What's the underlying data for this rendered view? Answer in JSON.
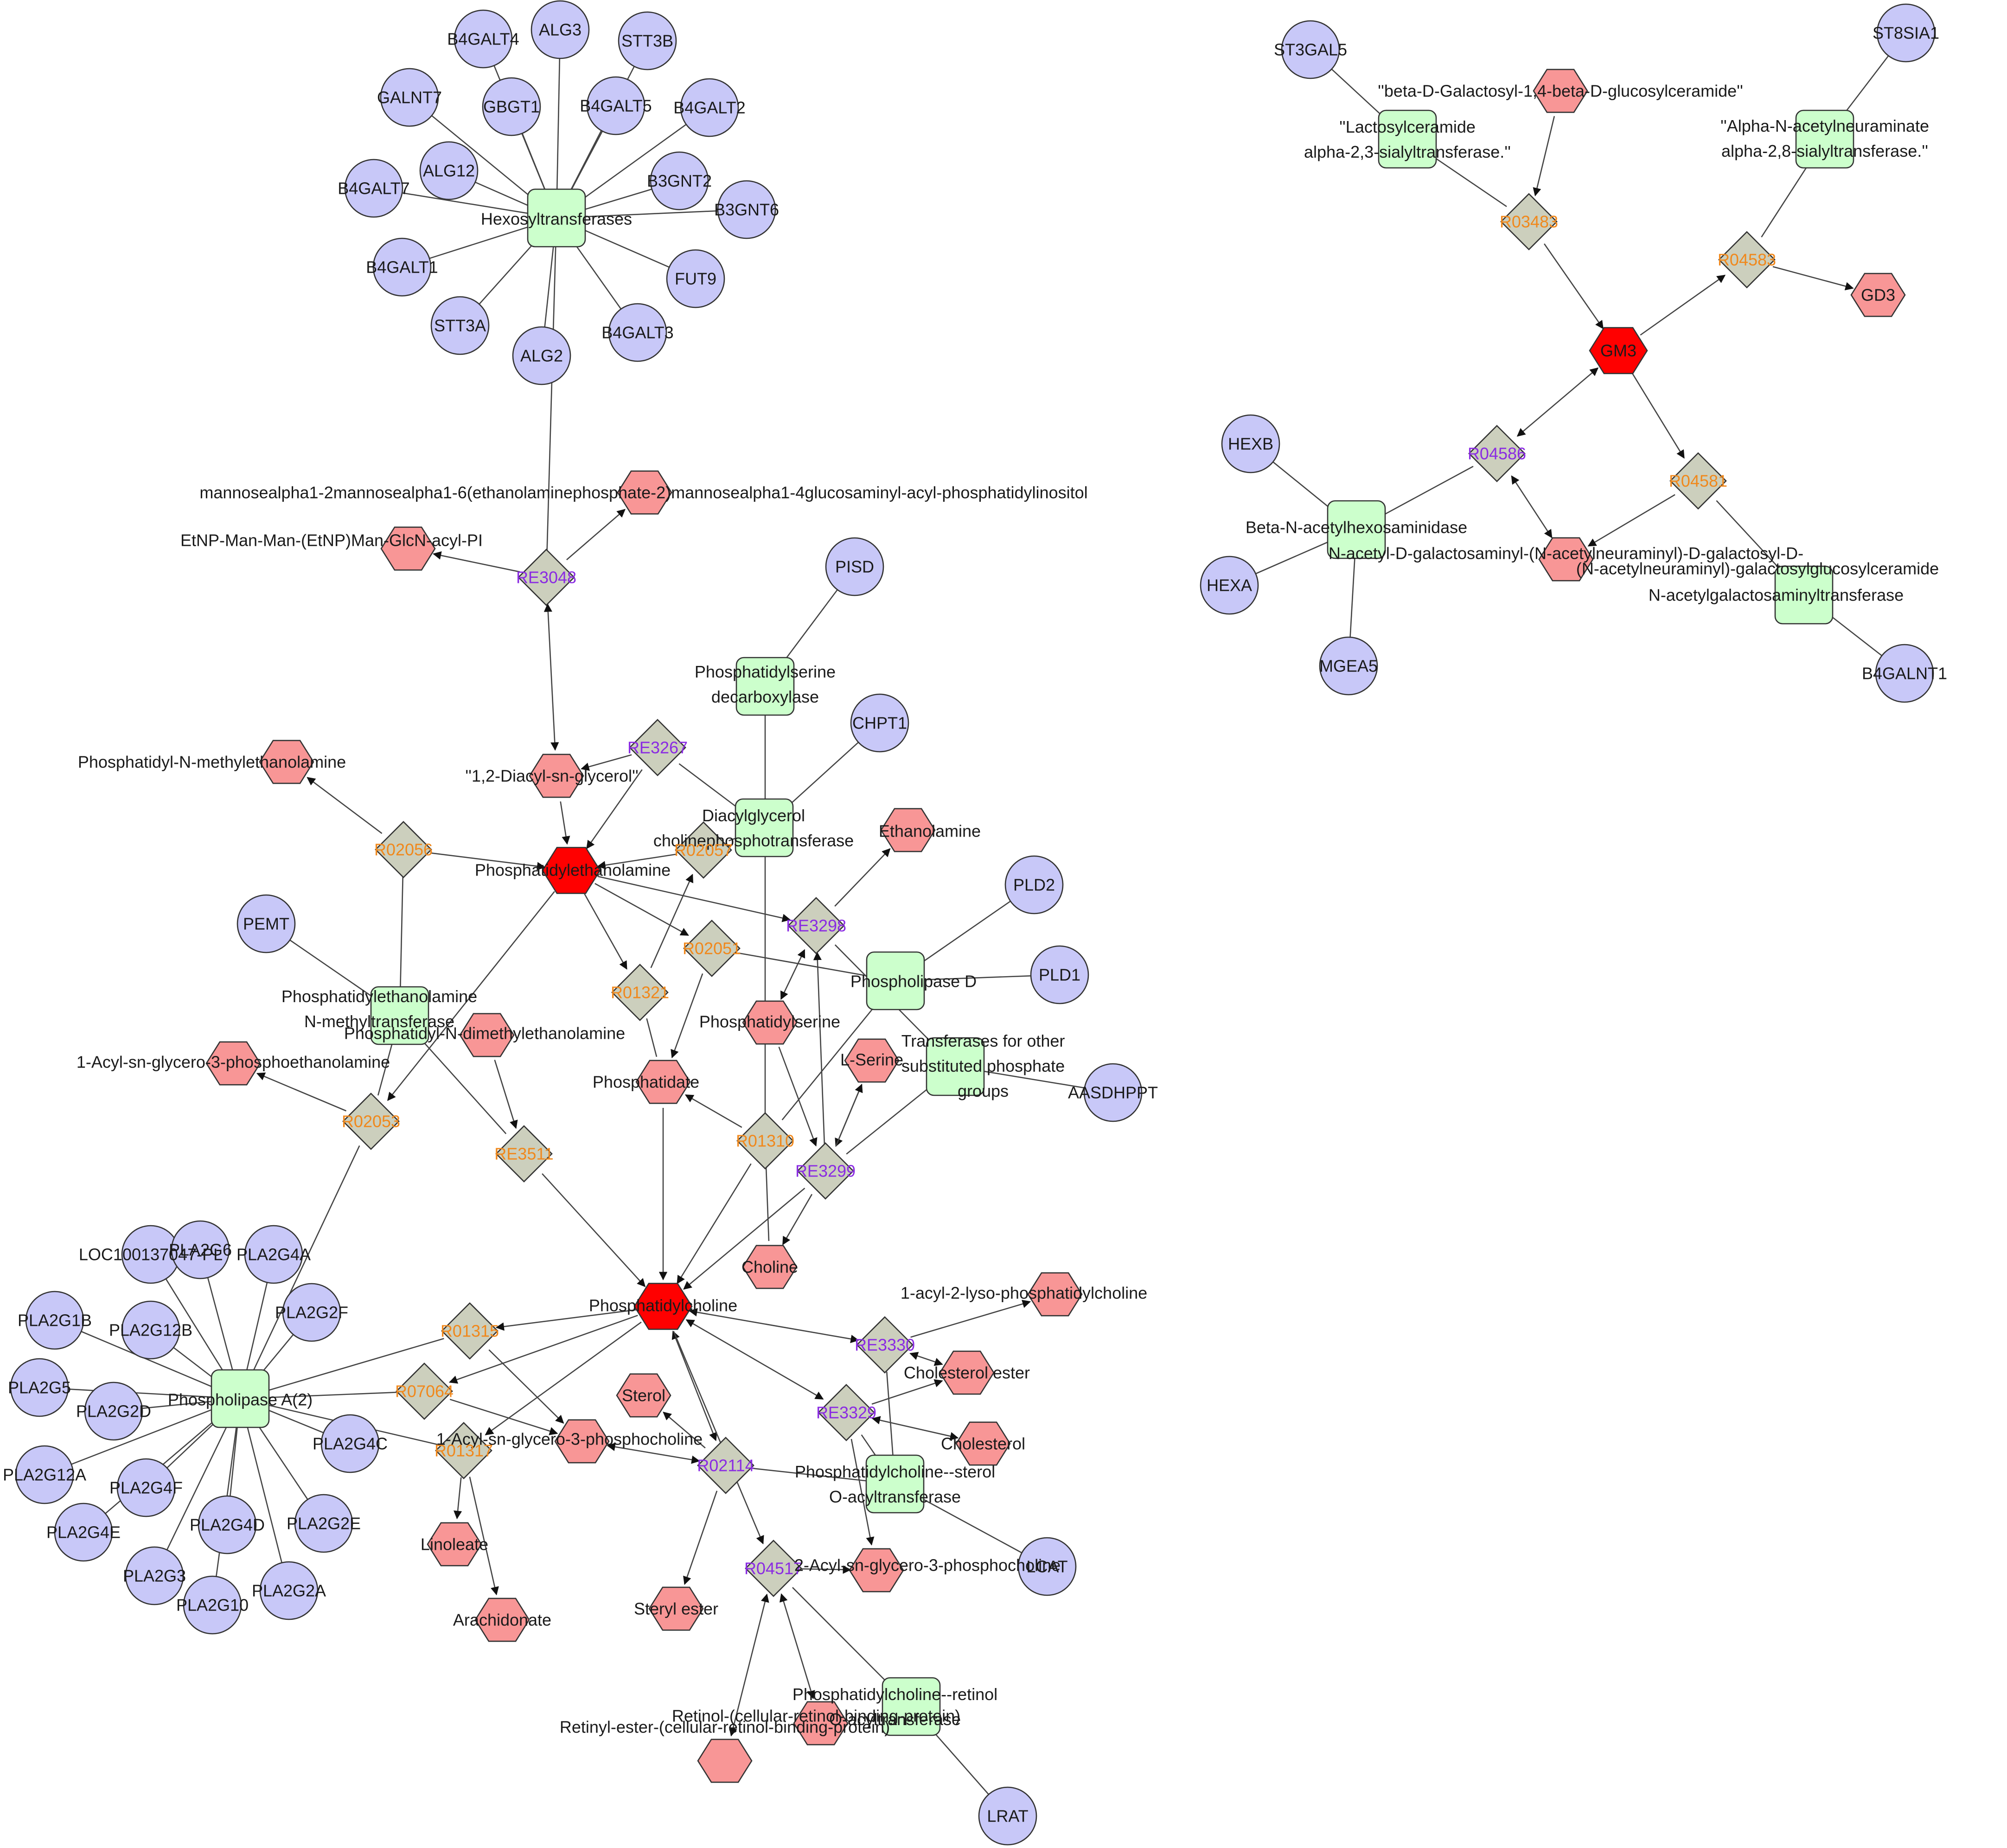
{
  "colors": {
    "gene": "#c8c8f8",
    "enzyme": "#ccffcc",
    "reaction": "#cccfbd",
    "compound": "#f89696",
    "hub": "#ff0000",
    "reaction_label_orange": "#f0881c",
    "reaction_label_purple": "#8a2be2",
    "edge": "#444444"
  },
  "legend_note": "node shape: circle = gene, rounded square = enzyme, diamond = reaction, hexagon = compound",
  "nodes": [
    {
      "id": "B4GALT4",
      "kind": "gene",
      "label": "B4GALT4"
    },
    {
      "id": "ALG3",
      "kind": "gene",
      "label": "ALG3"
    },
    {
      "id": "STT3B",
      "kind": "gene",
      "label": "STT3B"
    },
    {
      "id": "GALNT7",
      "kind": "gene",
      "label": "GALNT7"
    },
    {
      "id": "GBGT1",
      "kind": "gene",
      "label": "GBGT1"
    },
    {
      "id": "B4GALT5",
      "kind": "gene",
      "label": "B4GALT5"
    },
    {
      "id": "B4GALT2",
      "kind": "gene",
      "label": "B4GALT2"
    },
    {
      "id": "ALG12",
      "kind": "gene",
      "label": "ALG12"
    },
    {
      "id": "B3GNT2",
      "kind": "gene",
      "label": "B3GNT2"
    },
    {
      "id": "B4GALT7",
      "kind": "gene",
      "label": "B4GALT7"
    },
    {
      "id": "B3GNT6",
      "kind": "gene",
      "label": "B3GNT6"
    },
    {
      "id": "Hexosyltransferases",
      "kind": "enzyme",
      "label": "Hexosyltransferases"
    },
    {
      "id": "B4GALT1",
      "kind": "gene",
      "label": "B4GALT1"
    },
    {
      "id": "FUT9",
      "kind": "gene",
      "label": "FUT9"
    },
    {
      "id": "STT3A",
      "kind": "gene",
      "label": "STT3A"
    },
    {
      "id": "ALG2",
      "kind": "gene",
      "label": "ALG2"
    },
    {
      "id": "B4GALT3",
      "kind": "gene",
      "label": "B4GALT3"
    },
    {
      "id": "cmpd_mannose",
      "kind": "compound",
      "label": "mannosealpha1-2mannosealpha1-6(ethanolaminephosphate-2)mannosealpha1-4glucosaminyl-acyl-phosphatidylinositol"
    },
    {
      "id": "cmpd_etnp",
      "kind": "compound",
      "label": "EtNP-Man-Man-(EtNP)Man-GlcN-acyl-PI"
    },
    {
      "id": "RE3048",
      "kind": "reaction",
      "label": "RE3048",
      "label_color": "purple"
    },
    {
      "id": "PISD",
      "kind": "gene",
      "label": "PISD"
    },
    {
      "id": "PS_decarboxylase",
      "kind": "enzyme",
      "label": "Phosphatidylserine decarboxylase"
    },
    {
      "id": "CHPT1",
      "kind": "gene",
      "label": "CHPT1"
    },
    {
      "id": "cmpd_pnme",
      "kind": "compound",
      "label": "Phosphatidyl-N-methylethanolamine"
    },
    {
      "id": "cmpd_dag",
      "kind": "compound",
      "label": "''1,2-Diacyl-sn-glycerol''"
    },
    {
      "id": "RE3267",
      "kind": "reaction",
      "label": "RE3267",
      "label_color": "purple"
    },
    {
      "id": "DAG_cpt",
      "kind": "enzyme",
      "label": "Diacylglycerol cholinephosphotransferase"
    },
    {
      "id": "cmpd_ethanolamine",
      "kind": "compound",
      "label": "Ethanolamine"
    },
    {
      "id": "R02056",
      "kind": "reaction",
      "label": "R02056",
      "label_color": "orange"
    },
    {
      "id": "R02057",
      "kind": "reaction",
      "label": "R02057",
      "label_color": "orange"
    },
    {
      "id": "PE",
      "kind": "hub",
      "label": "Phosphatidylethanolamine"
    },
    {
      "id": "PLD2",
      "kind": "gene",
      "label": "PLD2"
    },
    {
      "id": "PEMT",
      "kind": "gene",
      "label": "PEMT"
    },
    {
      "id": "RE3298",
      "kind": "reaction",
      "label": "RE3298",
      "label_color": "purple"
    },
    {
      "id": "R02051",
      "kind": "reaction",
      "label": "R02051",
      "label_color": "orange"
    },
    {
      "id": "PLD",
      "kind": "enzyme",
      "label": "Phospholipase D"
    },
    {
      "id": "PLD1",
      "kind": "gene",
      "label": "PLD1"
    },
    {
      "id": "PEMT_enzyme",
      "kind": "enzyme",
      "label": "Phosphatidylethanolamine N-methyltransferase"
    },
    {
      "id": "R01321",
      "kind": "reaction",
      "label": "R01321",
      "label_color": "orange"
    },
    {
      "id": "cmpd_pdme",
      "kind": "compound",
      "label": "Phosphatidyl-N-dimethylethanolamine"
    },
    {
      "id": "cmpd_ps",
      "kind": "compound",
      "label": "Phosphatidylserine"
    },
    {
      "id": "Transferases_other",
      "kind": "enzyme",
      "label": "Transferases for other substituted phosphate groups"
    },
    {
      "id": "cmpd_lyso_pe",
      "kind": "compound",
      "label": "1-Acyl-sn-glycero-3-phosphoethanolamine"
    },
    {
      "id": "cmpd_lserine",
      "kind": "compound",
      "label": "L-Serine"
    },
    {
      "id": "cmpd_phosphatidate",
      "kind": "compound",
      "label": "Phosphatidate"
    },
    {
      "id": "AASDHPPT",
      "kind": "gene",
      "label": "AASDHPPT"
    },
    {
      "id": "R02053",
      "kind": "reaction",
      "label": "R02053",
      "label_color": "orange"
    },
    {
      "id": "RE3511",
      "kind": "reaction",
      "label": "RE3511",
      "label_color": "orange"
    },
    {
      "id": "R01310",
      "kind": "reaction",
      "label": "R01310",
      "label_color": "orange"
    },
    {
      "id": "RE3299",
      "kind": "reaction",
      "label": "RE3299",
      "label_color": "purple"
    },
    {
      "id": "LOC100137047",
      "kind": "gene",
      "label": "LOC100137047-PL"
    },
    {
      "id": "PLA2G6",
      "kind": "gene",
      "label": "PLA2G6"
    },
    {
      "id": "PLA2G4A",
      "kind": "gene",
      "label": "PLA2G4A"
    },
    {
      "id": "cmpd_choline",
      "kind": "compound",
      "label": "Choline"
    },
    {
      "id": "PLA2G1B",
      "kind": "gene",
      "label": "PLA2G1B"
    },
    {
      "id": "PLA2G12B",
      "kind": "gene",
      "label": "PLA2G12B"
    },
    {
      "id": "PLA2G2F",
      "kind": "gene",
      "label": "PLA2G2F"
    },
    {
      "id": "cmpd_acyl2lyso_pc",
      "kind": "compound",
      "label": "1-acyl-2-lyso-phosphatidylcholine"
    },
    {
      "id": "PC",
      "kind": "hub",
      "label": "Phosphatidylcholine"
    },
    {
      "id": "R01315",
      "kind": "reaction",
      "label": "R01315",
      "label_color": "orange"
    },
    {
      "id": "RE3330",
      "kind": "reaction",
      "label": "RE3330",
      "label_color": "purple"
    },
    {
      "id": "PLA2G5",
      "kind": "gene",
      "label": "PLA2G5"
    },
    {
      "id": "PLA2",
      "kind": "enzyme",
      "label": "Phospholipase A(2)"
    },
    {
      "id": "cmpd_cholesterol_ester",
      "kind": "compound",
      "label": "Cholesterol ester"
    },
    {
      "id": "R07064",
      "kind": "reaction",
      "label": "R07064",
      "label_color": "orange"
    },
    {
      "id": "cmpd_sterol",
      "kind": "compound",
      "label": "Sterol"
    },
    {
      "id": "PLA2G2D",
      "kind": "gene",
      "label": "PLA2G2D"
    },
    {
      "id": "RE3329",
      "kind": "reaction",
      "label": "RE3329",
      "label_color": "purple"
    },
    {
      "id": "PLA2G4C",
      "kind": "gene",
      "label": "PLA2G4C"
    },
    {
      "id": "cmpd_lyso_pc",
      "kind": "compound",
      "label": "1-Acyl-sn-glycero-3-phosphocholine"
    },
    {
      "id": "R01317",
      "kind": "reaction",
      "label": "R01317",
      "label_color": "orange"
    },
    {
      "id": "cmpd_cholesterol",
      "kind": "compound",
      "label": "Cholesterol"
    },
    {
      "id": "PLA2G12A",
      "kind": "gene",
      "label": "PLA2G12A"
    },
    {
      "id": "R02114",
      "kind": "reaction",
      "label": "R02114",
      "label_color": "purple"
    },
    {
      "id": "PC_sterol_at",
      "kind": "enzyme",
      "label": "Phosphatidylcholine--sterol O-acyltransferase"
    },
    {
      "id": "PLA2G4F",
      "kind": "gene",
      "label": "PLA2G4F"
    },
    {
      "id": "PLA2G4E",
      "kind": "gene",
      "label": "PLA2G4E"
    },
    {
      "id": "PLA2G4D",
      "kind": "gene",
      "label": "PLA2G4D"
    },
    {
      "id": "PLA2G2E",
      "kind": "gene",
      "label": "PLA2G2E"
    },
    {
      "id": "cmpd_linoleate",
      "kind": "compound",
      "label": "Linoleate"
    },
    {
      "id": "R04517",
      "kind": "reaction",
      "label": "R04517",
      "label_color": "purple"
    },
    {
      "id": "cmpd_2acyl_lyso_pc",
      "kind": "compound",
      "label": "2-Acyl-sn-glycero-3-phosphocholine"
    },
    {
      "id": "LCAT",
      "kind": "gene",
      "label": "LCAT"
    },
    {
      "id": "cmpd_steryl_ester",
      "kind": "compound",
      "label": "Steryl ester"
    },
    {
      "id": "PLA2G3",
      "kind": "gene",
      "label": "PLA2G3"
    },
    {
      "id": "PLA2G2A",
      "kind": "gene",
      "label": "PLA2G2A"
    },
    {
      "id": "PLA2G10",
      "kind": "gene",
      "label": "PLA2G10"
    },
    {
      "id": "cmpd_arachidonate",
      "kind": "compound",
      "label": "Arachidonate"
    },
    {
      "id": "PC_retinol_at",
      "kind": "enzyme",
      "label": "Phosphatidylcholine--retinol O-acyltransferase"
    },
    {
      "id": "cmpd_retinol_crbp",
      "kind": "compound",
      "label": "Retinol-(cellular-retinol-binding-protein)"
    },
    {
      "id": "cmpd_retinyl_ester_crbp",
      "kind": "compound",
      "label": "Retinyl-ester-(cellular-retinol-binding-protein)"
    },
    {
      "id": "LRAT",
      "kind": "gene",
      "label": "LRAT"
    },
    {
      "id": "ST3GAL5",
      "kind": "gene",
      "label": "ST3GAL5"
    },
    {
      "id": "ST8SIA1",
      "kind": "gene",
      "label": "ST8SIA1"
    },
    {
      "id": "cmpd_lactosylcer",
      "kind": "compound",
      "label": "''beta-D-Galactosyl-1,4-beta-D-glucosylceramide''"
    },
    {
      "id": "Lactosylcer_st",
      "kind": "enzyme",
      "label": "''Lactosylceramide alpha-2,3-sialyltransferase.''"
    },
    {
      "id": "Alpha_N_st",
      "kind": "enzyme",
      "label": "''Alpha-N-acetylneuraminate alpha-2,8-sialyltransferase.''"
    },
    {
      "id": "R03483",
      "kind": "reaction",
      "label": "R03483",
      "label_color": "orange"
    },
    {
      "id": "R04583",
      "kind": "reaction",
      "label": "R04583",
      "label_color": "orange"
    },
    {
      "id": "cmpd_gd3",
      "kind": "compound",
      "label": "GD3"
    },
    {
      "id": "GM3",
      "kind": "hub",
      "label": "GM3"
    },
    {
      "id": "HEXB",
      "kind": "gene",
      "label": "HEXB"
    },
    {
      "id": "R04586",
      "kind": "reaction",
      "label": "R04586",
      "label_color": "purple"
    },
    {
      "id": "R04581",
      "kind": "reaction",
      "label": "R04581",
      "label_color": "orange"
    },
    {
      "id": "Beta_hexosaminidase",
      "kind": "enzyme",
      "label": "Beta-N-acetylhexosaminidase"
    },
    {
      "id": "cmpd_ga2",
      "kind": "compound",
      "label": "N-acetyl-D-galactosaminyl-(N-acetylneuraminyl)-D-galactosyl-D-"
    },
    {
      "id": "cmpd_ga2_cont",
      "kind": "compound",
      "label": "(N-acetylneuraminyl)-galactosylglucosylceramide"
    },
    {
      "id": "HEXA",
      "kind": "gene",
      "label": "HEXA"
    },
    {
      "id": "GalNAc_transferase",
      "kind": "enzyme",
      "label": "N-acetylgalactosaminyltransferase"
    },
    {
      "id": "MGEA5",
      "kind": "gene",
      "label": "MGEA5"
    },
    {
      "id": "B4GALNT1",
      "kind": "gene",
      "label": "B4GALNT1"
    }
  ]
}
